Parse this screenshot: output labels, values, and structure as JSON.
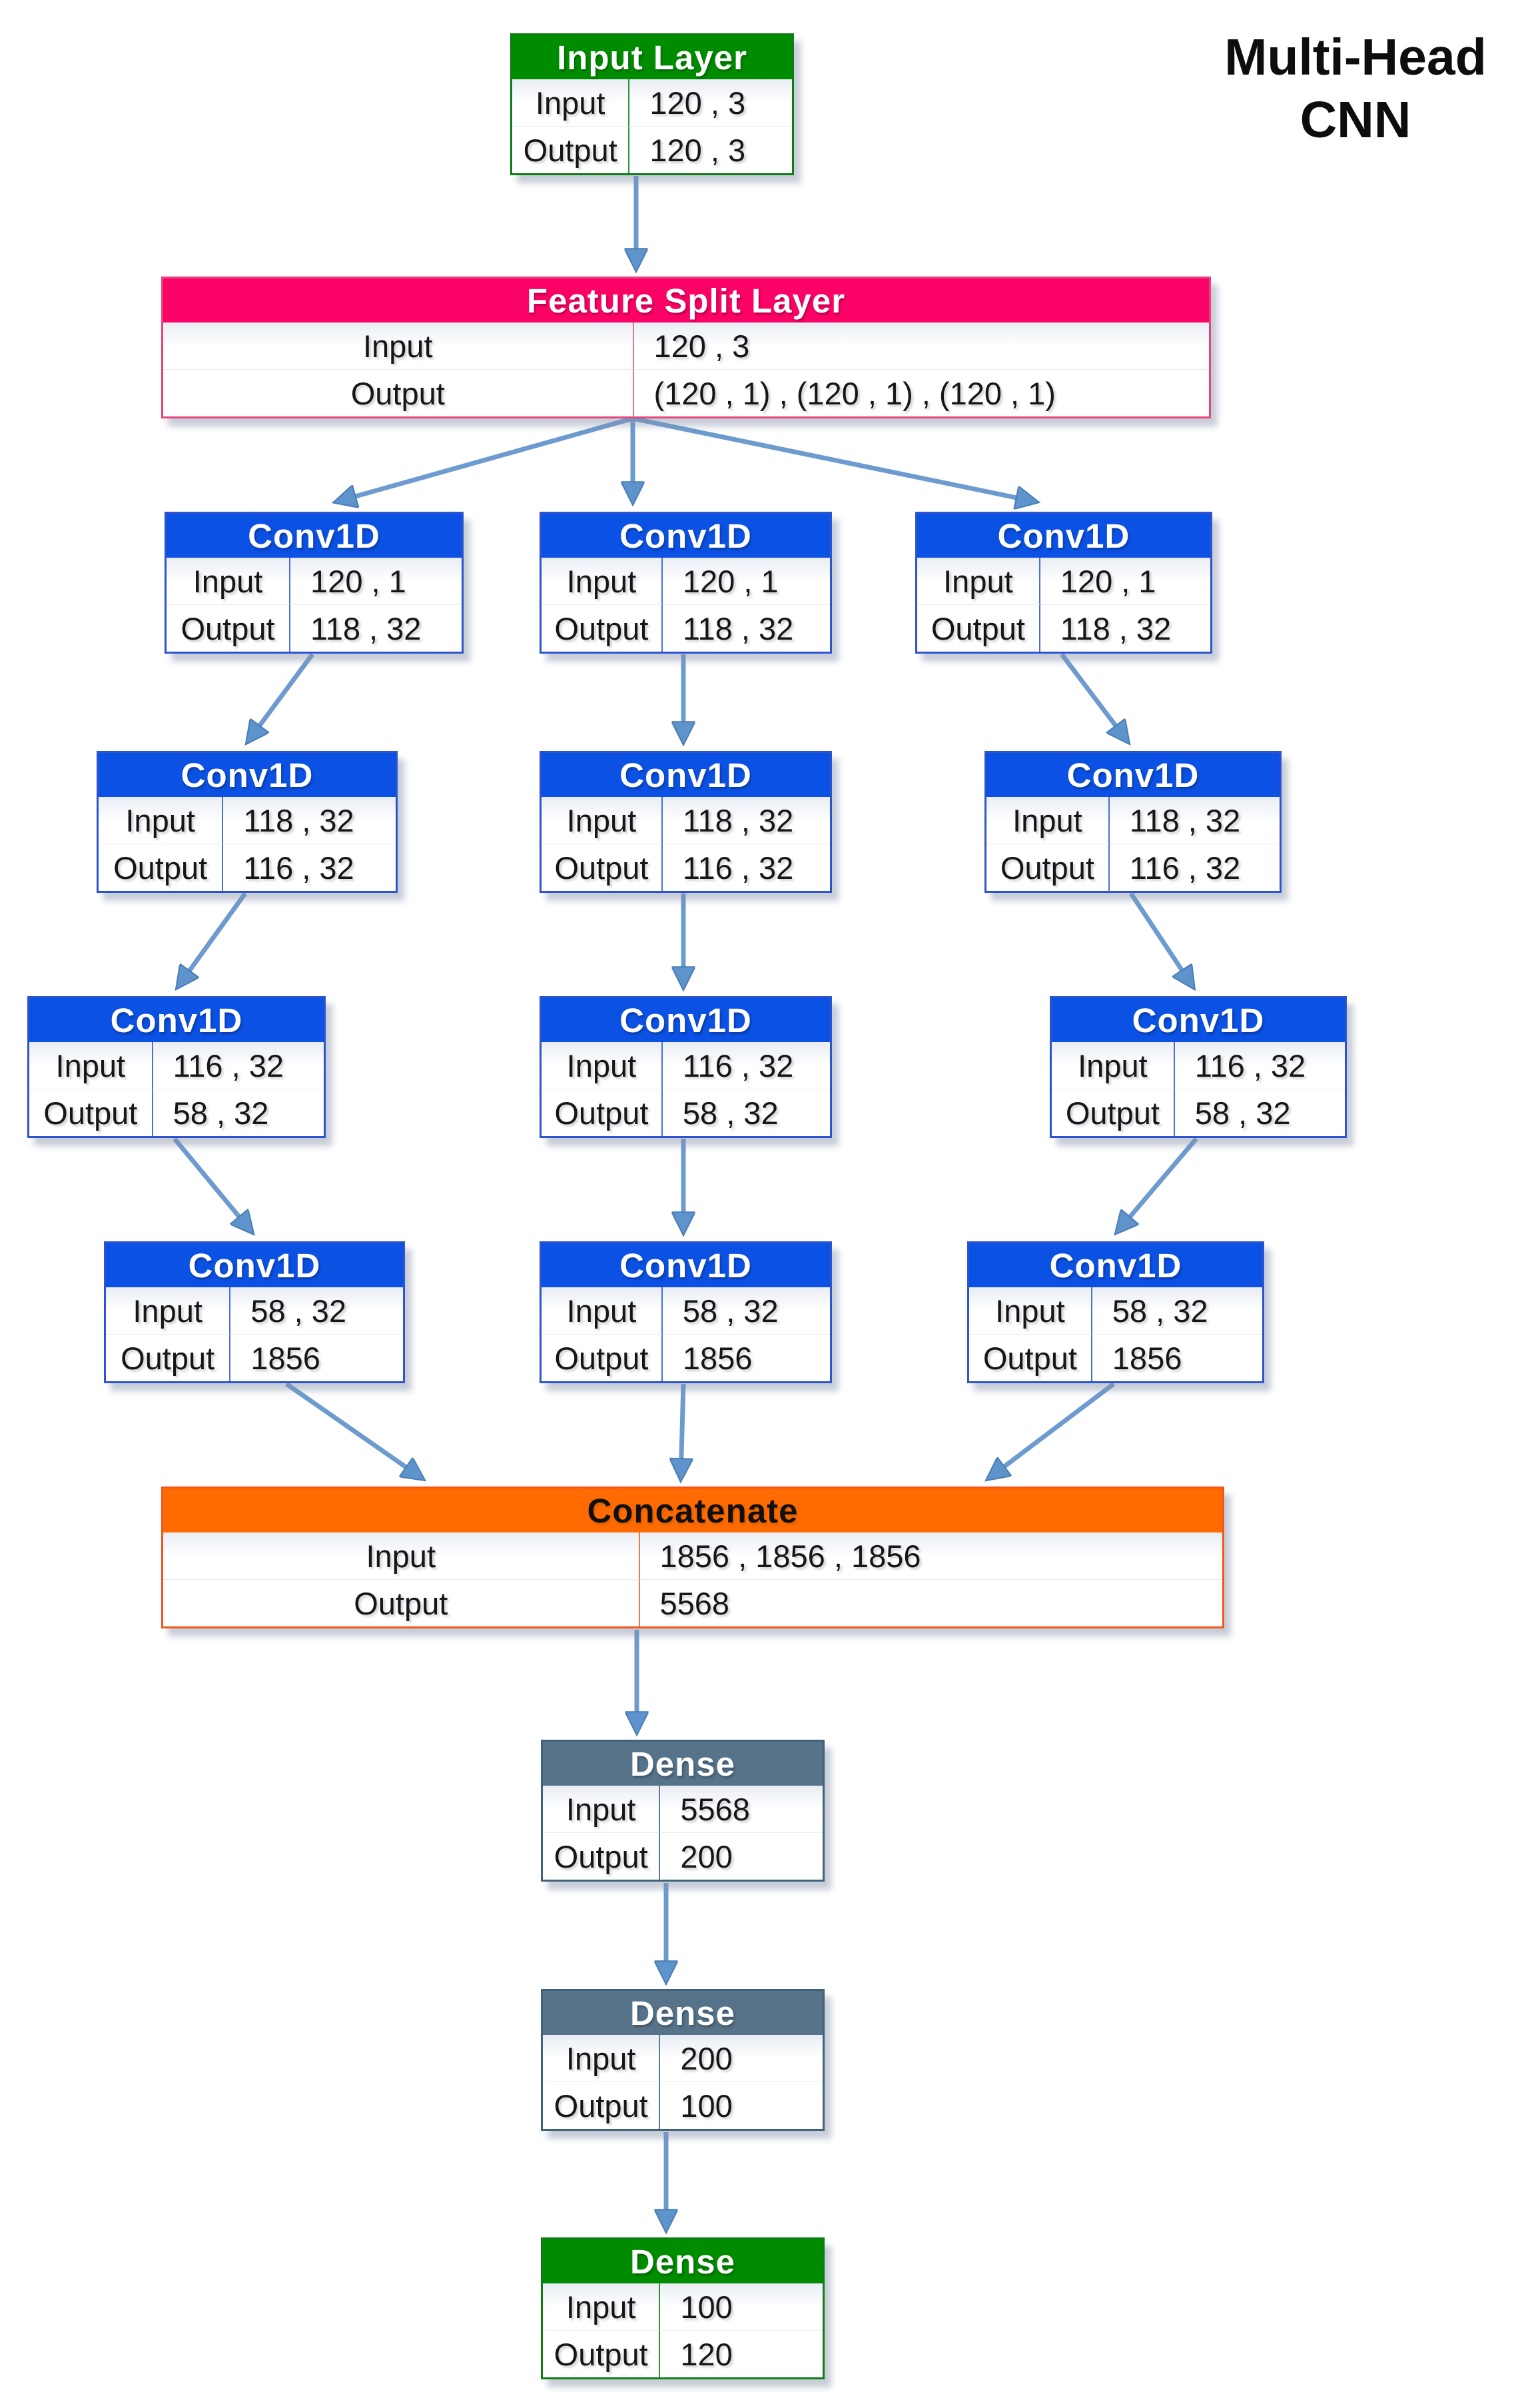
{
  "title": {
    "line1": "Multi-Head",
    "line2": "CNN"
  },
  "labels": {
    "input": "Input",
    "output": "Output"
  },
  "nodes": {
    "input_layer": {
      "title": "Input Layer",
      "input": "120 , 3",
      "output": "120 , 3"
    },
    "feature_split": {
      "title": "Feature Split Layer",
      "input": "120 , 3",
      "output": "(120 , 1) , (120 , 1) , (120 , 1)"
    },
    "conv_l1": {
      "title": "Conv1D",
      "input": "120 , 1",
      "output": "118 , 32"
    },
    "conv_m1": {
      "title": "Conv1D",
      "input": "120 , 1",
      "output": "118 , 32"
    },
    "conv_r1": {
      "title": "Conv1D",
      "input": "120 , 1",
      "output": "118 , 32"
    },
    "conv_l2": {
      "title": "Conv1D",
      "input": "118 , 32",
      "output": "116 , 32"
    },
    "conv_m2": {
      "title": "Conv1D",
      "input": "118 , 32",
      "output": "116 , 32"
    },
    "conv_r2": {
      "title": "Conv1D",
      "input": "118 , 32",
      "output": "116 , 32"
    },
    "conv_l3": {
      "title": "Conv1D",
      "input": "116 , 32",
      "output": "58 , 32"
    },
    "conv_m3": {
      "title": "Conv1D",
      "input": "116 , 32",
      "output": "58 , 32"
    },
    "conv_r3": {
      "title": "Conv1D",
      "input": "116 , 32",
      "output": "58 , 32"
    },
    "conv_l4": {
      "title": "Conv1D",
      "input": "58 , 32",
      "output": "1856"
    },
    "conv_m4": {
      "title": "Conv1D",
      "input": "58 , 32",
      "output": "1856"
    },
    "conv_r4": {
      "title": "Conv1D",
      "input": "58 , 32",
      "output": "1856"
    },
    "concatenate": {
      "title": "Concatenate",
      "input": "1856 , 1856 , 1856",
      "output": "5568"
    },
    "dense_1": {
      "title": "Dense",
      "input": "5568",
      "output": "200"
    },
    "dense_2": {
      "title": "Dense",
      "input": "200",
      "output": "100"
    },
    "dense_3": {
      "title": "Dense",
      "input": "100",
      "output": "120"
    }
  },
  "colors": {
    "input_layer_header": "#008C00",
    "feature_split_header": "#FB0366",
    "conv_header": "#0B51E3",
    "concatenate_header": "#FF6B00",
    "dense_header": "#567389",
    "output_dense_header": "#008C00",
    "arrow": "#6D9BD0"
  }
}
